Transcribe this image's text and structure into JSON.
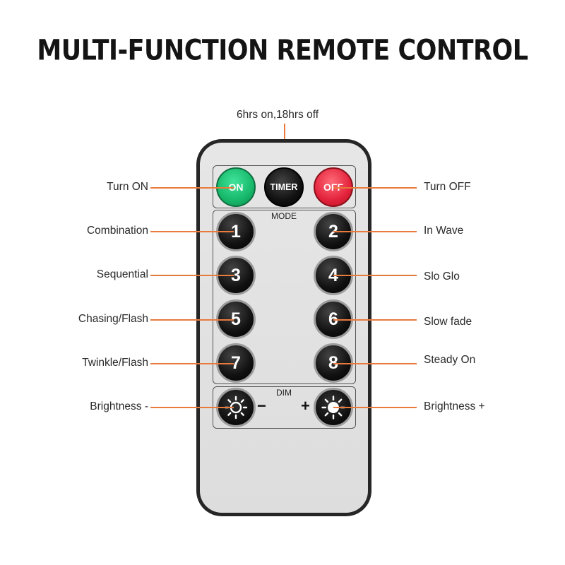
{
  "title": "MULTI-FUNCTION REMOTE CONTROL",
  "timer_note": "6hrs on,18hrs off",
  "buttons": {
    "on": "ON",
    "timer": "TIMER",
    "off": "OFF",
    "numbers": [
      "1",
      "2",
      "3",
      "4",
      "5",
      "6",
      "7",
      "8"
    ],
    "minus": "−",
    "plus": "+"
  },
  "panel_labels": {
    "mode": "MODE",
    "dim": "DIM"
  },
  "labels": {
    "turn_on": "Turn ON",
    "turn_off": "Turn OFF",
    "b1": "Combination",
    "b2": "In Wave",
    "b3": "Sequential",
    "b4": "Slo Glo",
    "b5": "Chasing/Flash",
    "b6": "Slow fade",
    "b7": "Twinkle/Flash",
    "b8": "Steady On",
    "bright_minus": "Brightness -",
    "bright_plus": "Brightness +"
  },
  "colors": {
    "accent_line": "#e87a3c",
    "on_button": "#17b86a",
    "off_button": "#e3233c"
  }
}
